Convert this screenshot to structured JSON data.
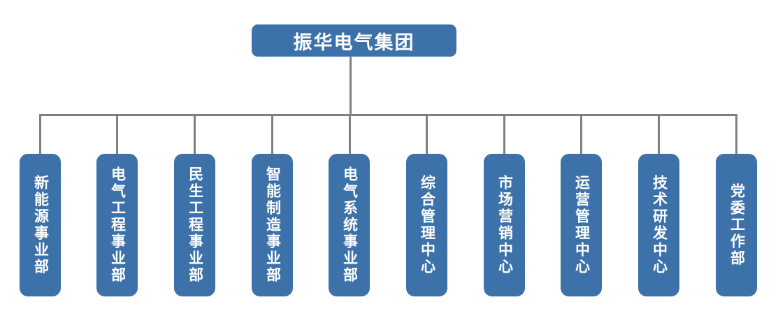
{
  "chart": {
    "type": "org-chart",
    "root": {
      "label": "振华电气集团"
    },
    "departments": [
      {
        "label": "新能源事业部"
      },
      {
        "label": "电气工程事业部"
      },
      {
        "label": "民生工程事业部"
      },
      {
        "label": "智能制造事业部"
      },
      {
        "label": "电气系统事业部"
      },
      {
        "label": "综合管理中心"
      },
      {
        "label": "市场营销中心"
      },
      {
        "label": "运营管理中心"
      },
      {
        "label": "技术研发中心"
      },
      {
        "label": "党委工作部"
      }
    ],
    "colors": {
      "node_fill": "#3C72A9",
      "node_text": "#FFFFFF",
      "connector": "#808080",
      "background": "#FFFFFF"
    }
  }
}
